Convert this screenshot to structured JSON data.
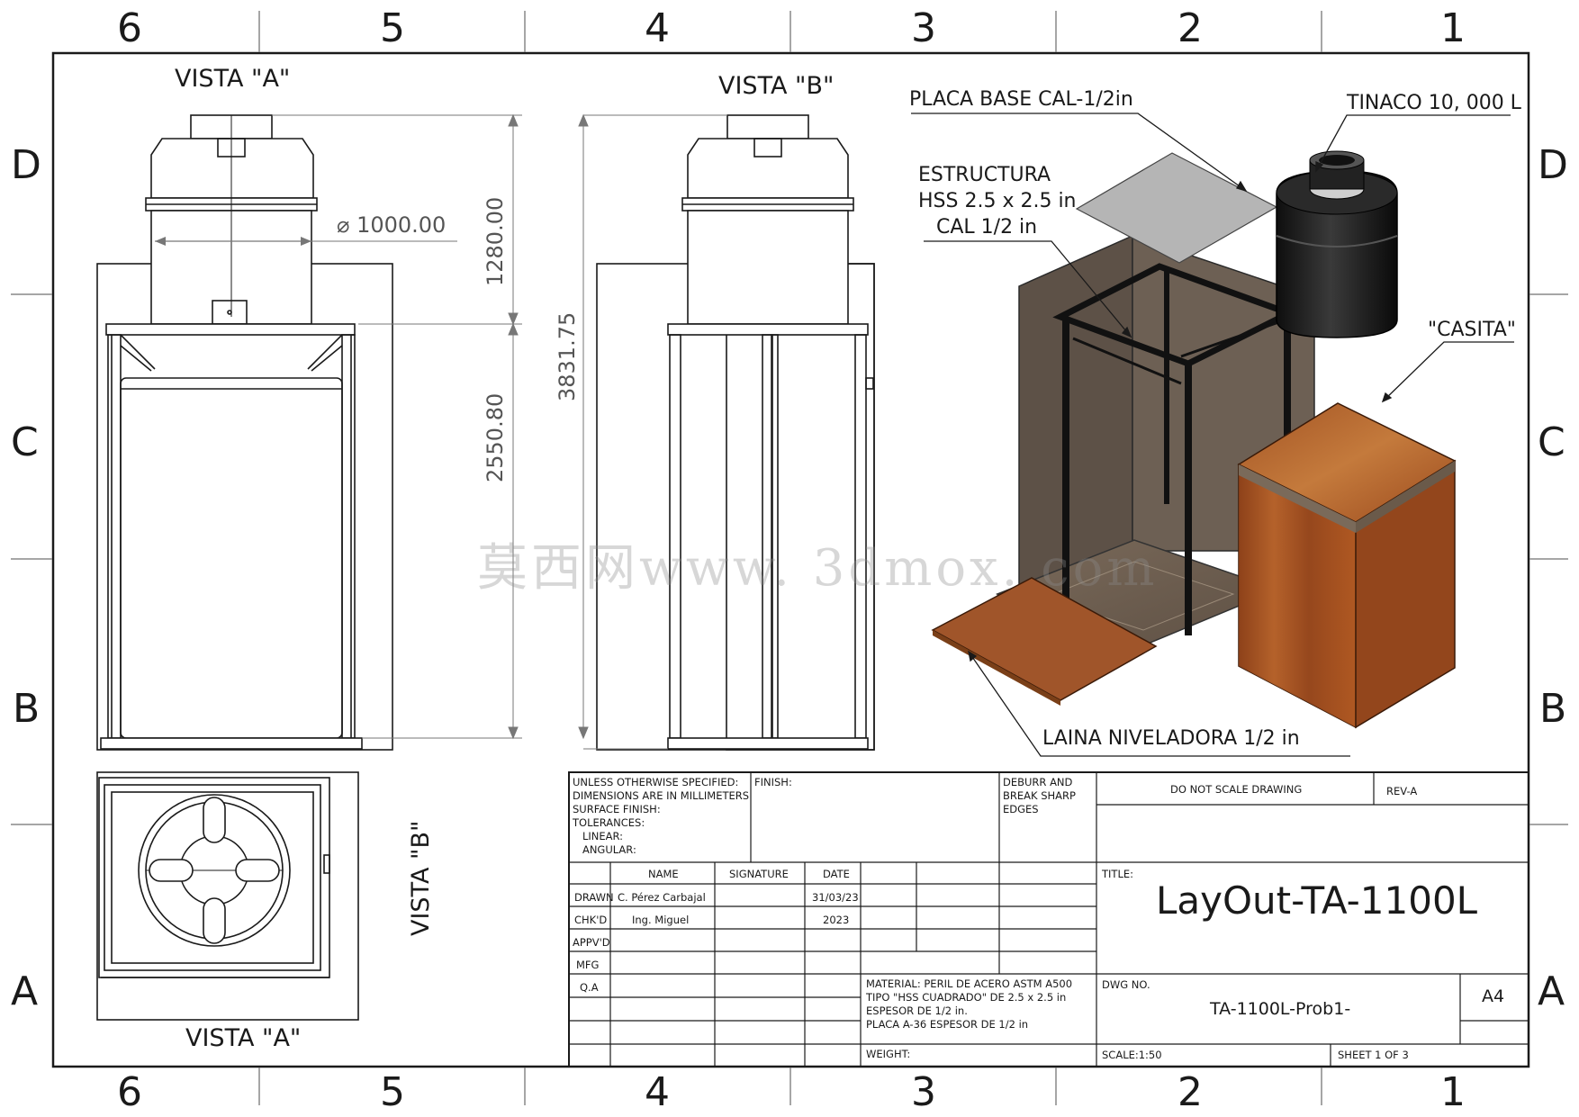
{
  "zones": {
    "columns": [
      "6",
      "5",
      "4",
      "3",
      "2",
      "1"
    ],
    "rows": [
      "D",
      "C",
      "B",
      "A"
    ]
  },
  "views": {
    "front_a": "VISTA \"A\"",
    "side_b": "VISTA \"B\"",
    "top_label_a": "VISTA \"A\"",
    "top_label_b": "VISTA \"B\""
  },
  "dimensions": {
    "diameter": "⌀ 1000.00",
    "tank_height": "1280.00",
    "structure_height": "2550.80",
    "total_height": "3831.75"
  },
  "callouts": {
    "base_plate": "PLACA BASE CAL-1/2in",
    "tank": "TINACO 10, 000 L",
    "structure_line1": "ESTRUCTURA",
    "structure_line2": "HSS 2.5 x 2.5 in",
    "structure_line3": "CAL 1/2 in",
    "casita": "\"CASITA\"",
    "leveling_shim": "LAINA NIVELADORA 1/2 in"
  },
  "watermark": "莫西网www. 3dmox. com",
  "title_block": {
    "unless": "UNLESS OTHERWISE SPECIFIED:\nDIMENSIONS ARE IN MILLIMETERS\nSURFACE FINISH:\nTOLERANCES:\n   LINEAR:\n   ANGULAR:",
    "finish": "FINISH:",
    "deburr": "DEBURR AND\nBREAK SHARP\nEDGES",
    "do_not_scale": "DO NOT SCALE DRAWING",
    "rev": "REV-A",
    "headers": {
      "name": "NAME",
      "signature": "SIGNATURE",
      "date": "DATE"
    },
    "rows": [
      {
        "role": "DRAWN",
        "name": "C. Pérez Carbajal",
        "date": "31/03/23"
      },
      {
        "role": "CHK'D",
        "name": "Ing. Miguel",
        "date": "2023"
      },
      {
        "role": "APPV'D",
        "name": "",
        "date": ""
      },
      {
        "role": "MFG",
        "name": "",
        "date": ""
      },
      {
        "role": "Q.A",
        "name": "",
        "date": ""
      }
    ],
    "material": "MATERIAL: PERIL DE ACERO ASTM A500\nTIPO \"HSS CUADRADO\" DE 2.5 x 2.5 in\nESPESOR DE 1/2 in.\nPLACA A-36 ESPESOR DE 1/2 in",
    "weight": "WEIGHT:",
    "title_label": "TITLE:",
    "title": "LayOut-TA-1100L",
    "dwg_label": "DWG NO.",
    "dwg_no": "TA-1100L-Prob1-",
    "size": "A4",
    "scale": "SCALE:1:50",
    "sheet": "SHEET 1 OF 3"
  },
  "colors": {
    "line": "#1a1a1a",
    "wall": "#5c5248",
    "wood": "#a0522d",
    "plate": "#b8b8b8",
    "tank": "#1c1c1c"
  }
}
